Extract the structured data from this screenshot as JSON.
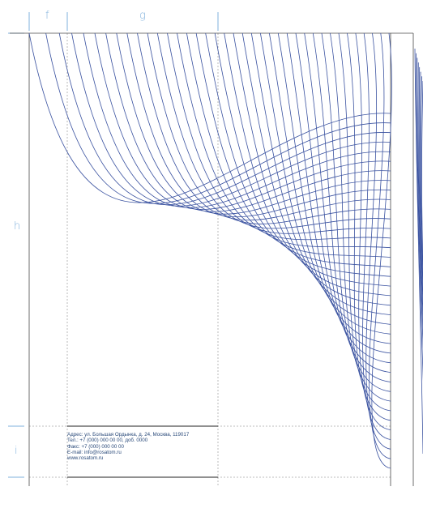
{
  "dimension_labels": {
    "f": "f",
    "g": "g",
    "h": "h",
    "i": "i"
  },
  "footer": {
    "address": "Адрес: ул. Большая Ордынка, д. 24, Москва, 119017",
    "phone": "Тел.: +7 (000) 000 00 00, доб. 0000",
    "fax": "Факс: +7 (000) 000 00 00",
    "email": "E-mail: info@rosatom.ru",
    "web": "www.rosatom.ru"
  },
  "colors": {
    "pattern_line": "#3a52a0",
    "dimension_label": "#7fb0dc",
    "guide_line": "#a8a8a8",
    "border": "#4a4a4a"
  },
  "pattern": {
    "curve_count": 38
  }
}
